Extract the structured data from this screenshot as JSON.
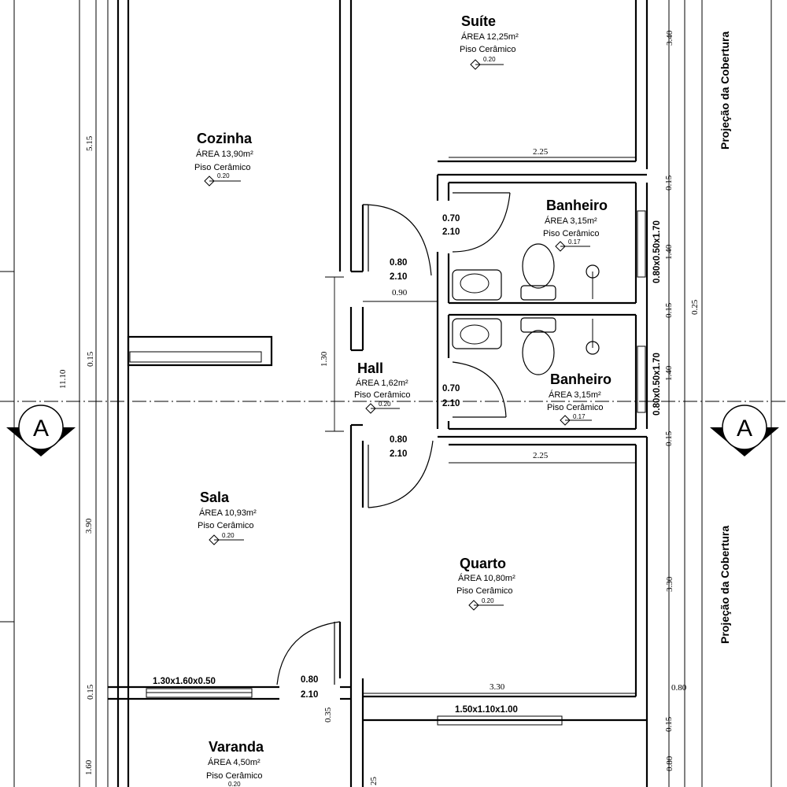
{
  "rooms": {
    "suite": {
      "name": "Suíte",
      "area": "ÁREA 12,25m²",
      "floor": "Piso Cerâmico",
      "level": "0.20"
    },
    "cozinha": {
      "name": "Cozinha",
      "area": "ÁREA 13,90m²",
      "floor": "Piso Cerâmico",
      "level": "0.20"
    },
    "banheiro1": {
      "name": "Banheiro",
      "area": "ÁREA 3,15m²",
      "floor": "Piso Cerâmico",
      "level": "0.17"
    },
    "banheiro2": {
      "name": "Banheiro",
      "area": "ÁREA 3,15m²",
      "floor": "Piso Cerâmico",
      "level": "0.17"
    },
    "hall": {
      "name": "Hall",
      "area": "ÁREA 1,62m²",
      "floor": "Piso Cerâmico",
      "level": "0.20"
    },
    "sala": {
      "name": "Sala",
      "area": "ÁREA 10,93m²",
      "floor": "Piso Cerâmico",
      "level": "0.20"
    },
    "quarto": {
      "name": "Quarto",
      "area": "ÁREA 10,80m²",
      "floor": "Piso Cerâmico",
      "level": "0.20"
    },
    "varanda": {
      "name": "Varanda",
      "area": "ÁREA 4,50m²",
      "floor": "Piso Cerâmico",
      "level": "0.20"
    }
  },
  "openings": {
    "door_bath_top": {
      "w": "0.70",
      "h": "2.10"
    },
    "door_hall_top": {
      "w": "0.80",
      "h": "2.10"
    },
    "door_bath_low": {
      "w": "0.70",
      "h": "2.10"
    },
    "door_quarto": {
      "w": "0.80",
      "h": "2.10"
    },
    "door_varanda": {
      "w": "0.80",
      "h": "2.10"
    },
    "window_sala": "1.30x1.60x0.50",
    "window_quarto": "1.50x1.10x1.00",
    "window_bath_top": "0.80x0.50x1.70",
    "window_bath_low": "0.80x0.50x1.70"
  },
  "dimensions": {
    "d_540": "3.40",
    "d_515": "5.15",
    "d_225_top": "2.25",
    "d_015_a": "0.15",
    "d_140_a": "1.40",
    "d_090": "0.90",
    "d_015_b": "0.15",
    "d_025": "0.25",
    "d_130": "1.30",
    "d_015_c": "0.15",
    "d_1110": "11.10",
    "d_140_b": "1.40",
    "d_015_d": "0.15",
    "d_225_low": "2.25",
    "d_390": "3.90",
    "d_330_v": "3.30",
    "d_330_h": "3.30",
    "d_080_a": "0.80",
    "d_015_e": "0.15",
    "d_035": "0.35",
    "d_015_f": "0.15",
    "d_160": "1.60",
    "d_025_b": "25",
    "d_080_b": "0.80"
  },
  "labels": {
    "projection_top": "Projeção da Cobertura",
    "projection_bottom": "Projeção da Cobertura",
    "section_left": "A",
    "section_right": "A"
  }
}
